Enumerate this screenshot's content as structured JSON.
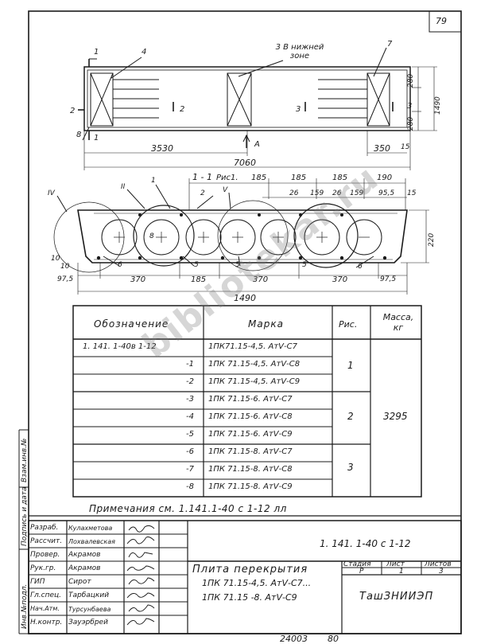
{
  "sheet": {
    "page_number": "79",
    "footer_number": "24003",
    "footer_page": "80"
  },
  "plan": {
    "callout_4": "4",
    "callout_7": "7",
    "callout_8": "8",
    "note_bottom_zone": "3 В нижней зоне",
    "section_1_left": "1",
    "section_1_right": "1",
    "section_2_left": "2",
    "section_2_right": "2",
    "section_3_left": "3",
    "section_3_right": "3",
    "view_a": "A",
    "dim_3530": "3530",
    "dim_7060": "7060",
    "dim_350": "350",
    "dim_15": "15",
    "dim_1490": "1490",
    "dim_280_top": "280",
    "dim_280_bot": "280"
  },
  "section": {
    "title": "1 - 1",
    "fig": "Рис1.",
    "mark_iv": "IV",
    "mark_ii": "II",
    "mark_v": "V",
    "c1": "1",
    "c2": "2",
    "c5a": "5",
    "c5b": "5",
    "c5c": "5",
    "c6a": "6",
    "c6b": "6",
    "c8": "8",
    "c10": "10",
    "top_dims": [
      "185",
      "185",
      "185",
      "190"
    ],
    "mid_dims": [
      "26",
      "159",
      "26",
      "159",
      "95,5",
      "15"
    ],
    "dim_10": "10",
    "dim_97_5_left": "97,5",
    "dim_370_a": "370",
    "dim_185": "185",
    "dim_370_b": "370",
    "dim_370_c": "370",
    "dim_97_5_right": "97,5",
    "dim_1490": "1490",
    "dim_220": "220"
  },
  "table": {
    "headers": {
      "designation": "Обозначение",
      "mark": "Марка",
      "fig": "Рис.",
      "mass": "Масса, кг"
    },
    "rows": [
      {
        "designation": "1. 141. 1-40в 1-12",
        "mark": "1ПК71.15-4,5. АтⅤ-С7"
      },
      {
        "designation": "-1",
        "mark": "1ПК 71.15-4,5. АтⅤ-С8"
      },
      {
        "designation": "-2",
        "mark": "1ПК 71.15-4,5. АтⅤ-С9"
      },
      {
        "designation": "-3",
        "mark": "1ПК 71.15-6. АтⅤ-С7"
      },
      {
        "designation": "-4",
        "mark": "1ПК 71.15-6. АтⅤ-С8"
      },
      {
        "designation": "-5",
        "mark": "1ПК 71.15-6. АтⅤ-С9"
      },
      {
        "designation": "-6",
        "mark": "1ПК 71.15-8. АтⅤ-С7"
      },
      {
        "designation": "-7",
        "mark": "1ПК 71.15-8. АтⅤ-С8"
      },
      {
        "designation": "-8",
        "mark": "1ПК 71.15-8. АтⅤ-С9"
      }
    ],
    "fig_groups": [
      "1",
      "2",
      "3"
    ],
    "mass": "3295"
  },
  "note": "Примечания  см. 1.141.1-40 с 1-12 лл",
  "side_stamp": {
    "cell1": "Взам.инв.№",
    "cell2": "Подпись и дата",
    "cell3": "Инв.№подл."
  },
  "title_block": {
    "roles": [
      {
        "role": "Разраб.",
        "name": "Кулахметова"
      },
      {
        "role": "Рассчит.",
        "name": "Лохвалевская"
      },
      {
        "role": "Провер.",
        "name": "Акрамов"
      },
      {
        "role": "Рук.гр.",
        "name": "Акрамов"
      },
      {
        "role": "ГИП",
        "name": "Сирот"
      },
      {
        "role": "Гл.спец.",
        "name": "Тарбацкий"
      },
      {
        "role": "Нач.Атм.",
        "name": "Турсунбаева"
      },
      {
        "role": "Н.контр.",
        "name": "Зауэрбрей"
      }
    ],
    "doc_code": "1. 141. 1-40 с 1-12",
    "product_title": "Плита перекрытия",
    "product_line2": "1ПК 71.15-4,5. АтⅤ-С7...",
    "product_line3": "1ПК 71.15 -8. АтⅤ-С9",
    "stage_label": "Стадия",
    "sheet_label": "Лист",
    "sheets_label": "Листов",
    "stage": "Р",
    "sheet": "1",
    "sheets": "3",
    "org": "ТашЗНИИЭП"
  },
  "watermark": "bibliotekar.ru"
}
